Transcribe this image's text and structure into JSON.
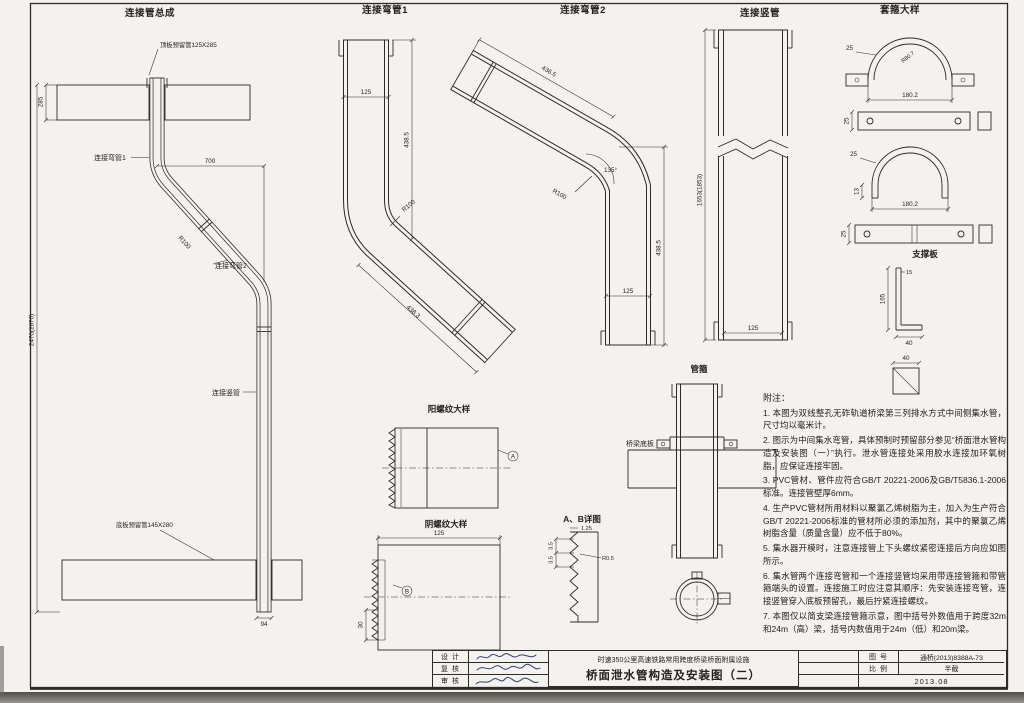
{
  "titles": {
    "assembly": "连接管总成",
    "elbow1": "连接弯管1",
    "elbow2": "连接弯管2",
    "vertical": "连接竖管",
    "collar": "套箍大样",
    "support": "支撑板",
    "male_thread": "阳螺纹大样",
    "female_thread": "阴螺纹大样",
    "detail_ab": "A、B详图",
    "clamp": "管箍"
  },
  "assembly": {
    "top_reserve": "顶板预留管125X285",
    "bottom_reserve": "底板预留管145X280",
    "elbow1_label": "连接弯管1",
    "elbow2_label": "连接弯管2",
    "vertical_label": "连接竖管",
    "dim_700": "700",
    "dim_285": "285",
    "dim_total": "2470(2670)",
    "dim_r100": "R100",
    "dim_94": "94"
  },
  "elbow1": {
    "dim_bore": "125",
    "dim_height": "438.5",
    "dim_r": "R100",
    "dim_diag": "438.3"
  },
  "elbow2": {
    "dim_diag": "436.5",
    "dim_angle": "135°",
    "dim_r": "R100",
    "dim_height": "438.5",
    "dim_bore": "125"
  },
  "vertical": {
    "dim_length": "1653(1853)",
    "dim_bore": "125"
  },
  "collar": {
    "c1_dim_tab": "25",
    "c1_dim_r": "R80.7",
    "c1_dim_open": "180.2",
    "bar1_dim": "25",
    "c2_dim_hook": "13",
    "c2_dim_tab": "25",
    "c2_dim_open": "180.2",
    "bar2_dim": "25"
  },
  "support": {
    "dim_thk": "15",
    "dim_leg": "40",
    "dim_height": "165",
    "dim_plate": "40"
  },
  "male_thread": {
    "callout": "A"
  },
  "female_thread": {
    "callout": "B",
    "dim_width": "125",
    "dim_depth": "30"
  },
  "detail_ab": {
    "dim_pitch1": "3.5",
    "dim_pitch2": "3.5",
    "dim_crest": "1.25",
    "dim_root": "R0.5"
  },
  "clamp": {
    "slab_label": "桥梁底板"
  },
  "notes": {
    "title": "附注：",
    "items": [
      "1. 本图为双线整孔无砟轨道桥梁第三列排水方式中间侧集水管，尺寸均以毫米计。",
      "2. 图示为中间集水弯管，具体预制时预留部分参见“桥面泄水管构造及安装图（一）”执行。泄水管连接处采用胶水连接加环氧树脂，应保证连接牢固。",
      "3. PVC管材、管件应符合GB/T 20221-2006及GB/T5836.1-2006标准。连接管壁厚6mm。",
      "4. 生产PVC管材所用材料以聚氯乙烯树脂为主，加入为生产符合GB/T 20221-2006标准的管材所必须的添加剂，其中的聚氯乙烯树脂含量（质量含量）应不低于80%。",
      "5. 集水器开模时，注意连接管上下头螺纹紧密连接后方向应如图所示。",
      "6. 集水管两个连接弯管和一个连接竖管均采用带连接管箍和带管箍端头的设置。连接施工时应注意其顺序：先安装连接弯管，连接竖管穿入底板预留孔，最后拧紧连接螺纹。",
      "7. 本图仅以简支梁连接管箍示意，图中括号外数值用于跨度32m和24m（高）梁，括号内数值用于24m（低）和20m梁。"
    ]
  },
  "titleblock": {
    "design_label": "设 计",
    "check_label": "复 核",
    "audit_label": "审 核",
    "project": "时速350公里高速铁路常用跨度桥梁桥面附属设施",
    "sheet_title": "桥面泄水管构造及安装图（二）",
    "fig_no_label": "图 号",
    "fig_no": "通桥(2013)8388A-73",
    "scale_label": "比 例",
    "scale": "半截",
    "date": "2013.08"
  }
}
